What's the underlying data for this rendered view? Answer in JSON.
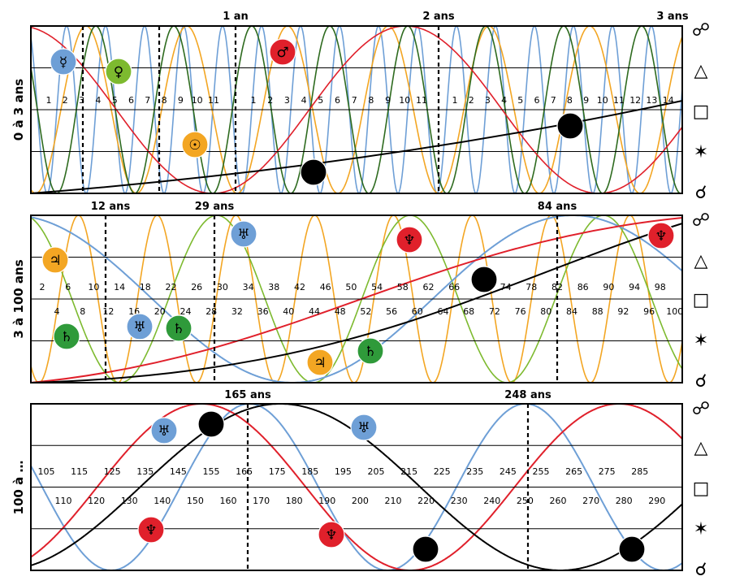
{
  "panels": [
    {
      "id": "p1",
      "side_label": "0 à 3 ans",
      "markers": [
        {
          "label": "1 an"
        },
        {
          "label": "2 ans"
        },
        {
          "label": "3 ans"
        }
      ],
      "month_labels": [
        "1",
        "2",
        "3",
        "4",
        "5",
        "6",
        "7",
        "8",
        "9",
        "10",
        "11",
        "1",
        "2",
        "3",
        "4",
        "5",
        "6",
        "7",
        "8",
        "9",
        "10",
        "11",
        "1",
        "2",
        "3",
        "4",
        "5",
        "6",
        "7",
        "8",
        "9",
        "10",
        "11",
        "12",
        "13",
        "14"
      ],
      "planets": [
        {
          "name": "mercure",
          "glyph": "☿",
          "color": "#6e9fd6"
        },
        {
          "name": "venus",
          "glyph": "♀",
          "color": "#7dba2f"
        },
        {
          "name": "mars",
          "glyph": "♂",
          "color": "#e0202b"
        },
        {
          "name": "soleil",
          "glyph": "☉",
          "color": "#f3a623"
        },
        {
          "name": "jupiter",
          "glyph": "♃",
          "color": "#000000"
        },
        {
          "name": "jupiter",
          "glyph": "♃",
          "color": "#000000"
        }
      ]
    },
    {
      "id": "p2",
      "side_label": "3 à 100 ans",
      "markers": [
        {
          "label": "12 ans"
        },
        {
          "label": "29 ans"
        },
        {
          "label": "84 ans"
        }
      ],
      "upper_ticks": [
        "2",
        "6",
        "10",
        "14",
        "18",
        "22",
        "26",
        "30",
        "34",
        "38",
        "42",
        "46",
        "50",
        "54",
        "58",
        "62",
        "66",
        "70",
        "74",
        "78",
        "82",
        "86",
        "90",
        "94",
        "98"
      ],
      "lower_ticks": [
        "4",
        "8",
        "12",
        "16",
        "20",
        "24",
        "28",
        "32",
        "36",
        "40",
        "44",
        "48",
        "52",
        "56",
        "60",
        "64",
        "68",
        "72",
        "76",
        "80",
        "84",
        "88",
        "92",
        "96",
        "100"
      ],
      "planets": [
        {
          "name": "jupiter",
          "glyph": "♃",
          "color": "#f3a623"
        },
        {
          "name": "uranus",
          "glyph": "♅",
          "color": "#6e9fd6"
        },
        {
          "name": "neptune",
          "glyph": "♆",
          "color": "#e0202b"
        },
        {
          "name": "pluton",
          "glyph": "♇",
          "color": "#000000"
        },
        {
          "name": "neptune",
          "glyph": "♆",
          "color": "#e0202b"
        },
        {
          "name": "saturne",
          "glyph": "♄",
          "color": "#2f9a3a"
        },
        {
          "name": "uranus",
          "glyph": "♅",
          "color": "#6e9fd6"
        },
        {
          "name": "saturne",
          "glyph": "♄",
          "color": "#2f9a3a"
        },
        {
          "name": "jupiter",
          "glyph": "♃",
          "color": "#f3a623"
        },
        {
          "name": "saturne",
          "glyph": "♄",
          "color": "#2f9a3a"
        }
      ]
    },
    {
      "id": "p3",
      "side_label": "100 à …",
      "markers": [
        {
          "label": "165 ans"
        },
        {
          "label": "248 ans"
        }
      ],
      "upper_ticks": [
        "105",
        "115",
        "125",
        "135",
        "145",
        "155",
        "165",
        "175",
        "185",
        "195",
        "205",
        "215",
        "225",
        "235",
        "245",
        "255",
        "265",
        "275",
        "285"
      ],
      "lower_ticks": [
        "110",
        "120",
        "130",
        "140",
        "150",
        "160",
        "170",
        "180",
        "190",
        "200",
        "210",
        "220",
        "230",
        "240",
        "250",
        "260",
        "270",
        "280",
        "290"
      ],
      "planets": [
        {
          "name": "uranus",
          "glyph": "♅",
          "color": "#6e9fd6"
        },
        {
          "name": "pluton",
          "glyph": "♇",
          "color": "#000000"
        },
        {
          "name": "uranus",
          "glyph": "♅",
          "color": "#6e9fd6"
        },
        {
          "name": "neptune",
          "glyph": "♆",
          "color": "#e0202b"
        },
        {
          "name": "neptune",
          "glyph": "♆",
          "color": "#e0202b"
        },
        {
          "name": "pluton",
          "glyph": "♇",
          "color": "#000000"
        },
        {
          "name": "pluton",
          "glyph": "♇",
          "color": "#000000"
        }
      ]
    }
  ],
  "aspects": [
    {
      "name": "opposition",
      "glyph": "☍"
    },
    {
      "name": "trigone",
      "glyph": "△"
    },
    {
      "name": "carre",
      "glyph": "□"
    },
    {
      "name": "sextile",
      "glyph": "✶"
    },
    {
      "name": "conjonction",
      "glyph": "☌"
    }
  ],
  "colors": {
    "mercure": "#6e9fd6",
    "venus_green": "#2e6b1f",
    "venus_light": "#7dba2f",
    "mars": "#e0202b",
    "soleil": "#f3a623",
    "jupiter": "#000000",
    "saturne": "#2f9a3a",
    "uranus": "#6e9fd6",
    "neptune": "#e0202b",
    "pluton": "#000000",
    "line": "#000000"
  }
}
